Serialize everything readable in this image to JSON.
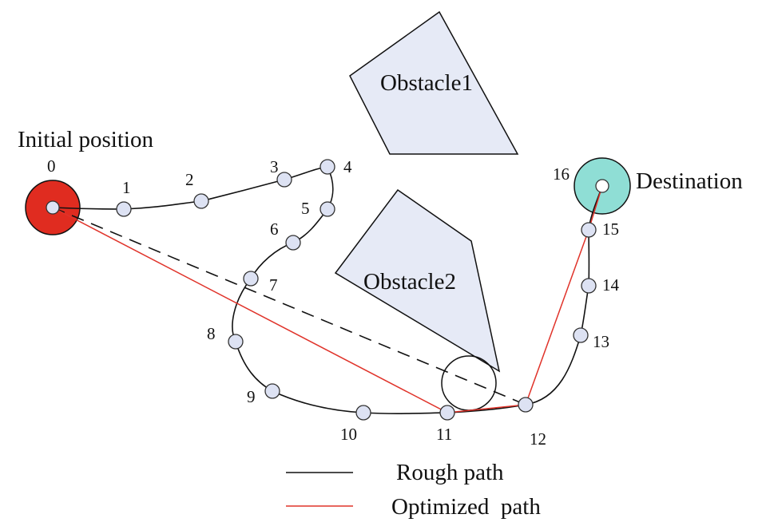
{
  "labels": {
    "initial": "Initial position",
    "destination": "Destination",
    "obstacle1": "Obstacle1",
    "obstacle2": "Obstacle2"
  },
  "waypoints": [
    "0",
    "1",
    "2",
    "3",
    "4",
    "5",
    "6",
    "7",
    "8",
    "9",
    "10",
    "11",
    "12",
    "13",
    "14",
    "15",
    "16"
  ],
  "legend": {
    "rough": "Rough path",
    "optimized": "Optimized  path"
  },
  "colors": {
    "start": "#e02c20",
    "destination": "#8fded5",
    "obstacle": "#e6eaf6",
    "waypoint": "#dde2f3",
    "optimized": "#e0332a",
    "rough": "#111111"
  }
}
